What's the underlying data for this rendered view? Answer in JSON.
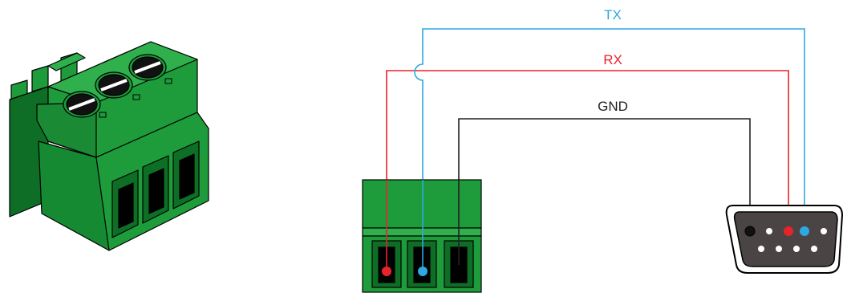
{
  "labels": {
    "tx": "TX",
    "rx": "RX",
    "gnd": "GND"
  },
  "colors": {
    "tx": "#2ea8e0",
    "rx": "#e8242b",
    "gnd": "#222222",
    "connector_green": "#1e9c3c",
    "connector_dark_green": "#0e6e26",
    "connector_light_green": "#2fb04c",
    "db9_fill": "#4a4444"
  },
  "icons": {
    "terminal_block": "3-pin-terminal-block-connector",
    "terminal_block_front": "terminal-block-front-view",
    "serial_port": "db9-serial-connector"
  }
}
